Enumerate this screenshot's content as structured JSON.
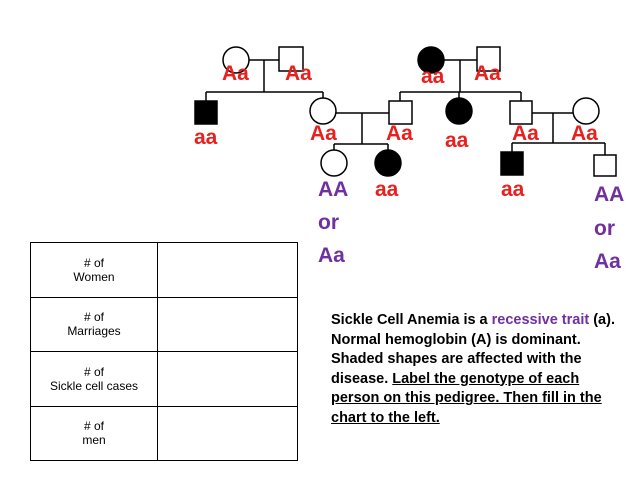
{
  "genotypes": {
    "g1_left": "Aa",
    "g1_right": "Aa",
    "g1b_left": "aa",
    "g1b_right": "Aa",
    "g2_1": "aa",
    "g2_2": "Aa",
    "g2_3": "Aa",
    "g2_4": "aa",
    "g2_5": "Aa",
    "g2_6": "Aa",
    "g3_1_line1": "AA",
    "g3_1_line2": "or",
    "g3_1_line3": "Aa",
    "g3_2": "aa",
    "g3_3": "aa",
    "g3_4_line1": "AA",
    "g3_4_line2": "or",
    "g3_4_line3": "Aa"
  },
  "colors": {
    "genotype_red": "#e8201e",
    "genotype_purple": "#7030a0",
    "recessive_highlight": "#7030a0"
  },
  "chart": {
    "rows": [
      {
        "line1": "# of",
        "line2": "Women",
        "value": ""
      },
      {
        "line1": "# of",
        "line2": "Marriages",
        "value": ""
      },
      {
        "line1": "# of",
        "line2": "Sickle cell cases",
        "value": ""
      },
      {
        "line1": "# of",
        "line2": "men",
        "value": ""
      }
    ]
  },
  "description": {
    "part1": "Sickle Cell Anemia is a ",
    "recessive": "recessive trait",
    "part2": " (a).  Normal hemoglobin (A) is dominant.  Shaded shapes are affected with the disease.  ",
    "underlined": "Label the genotype of each person on this pedigree.  Then fill in the chart to the left."
  }
}
